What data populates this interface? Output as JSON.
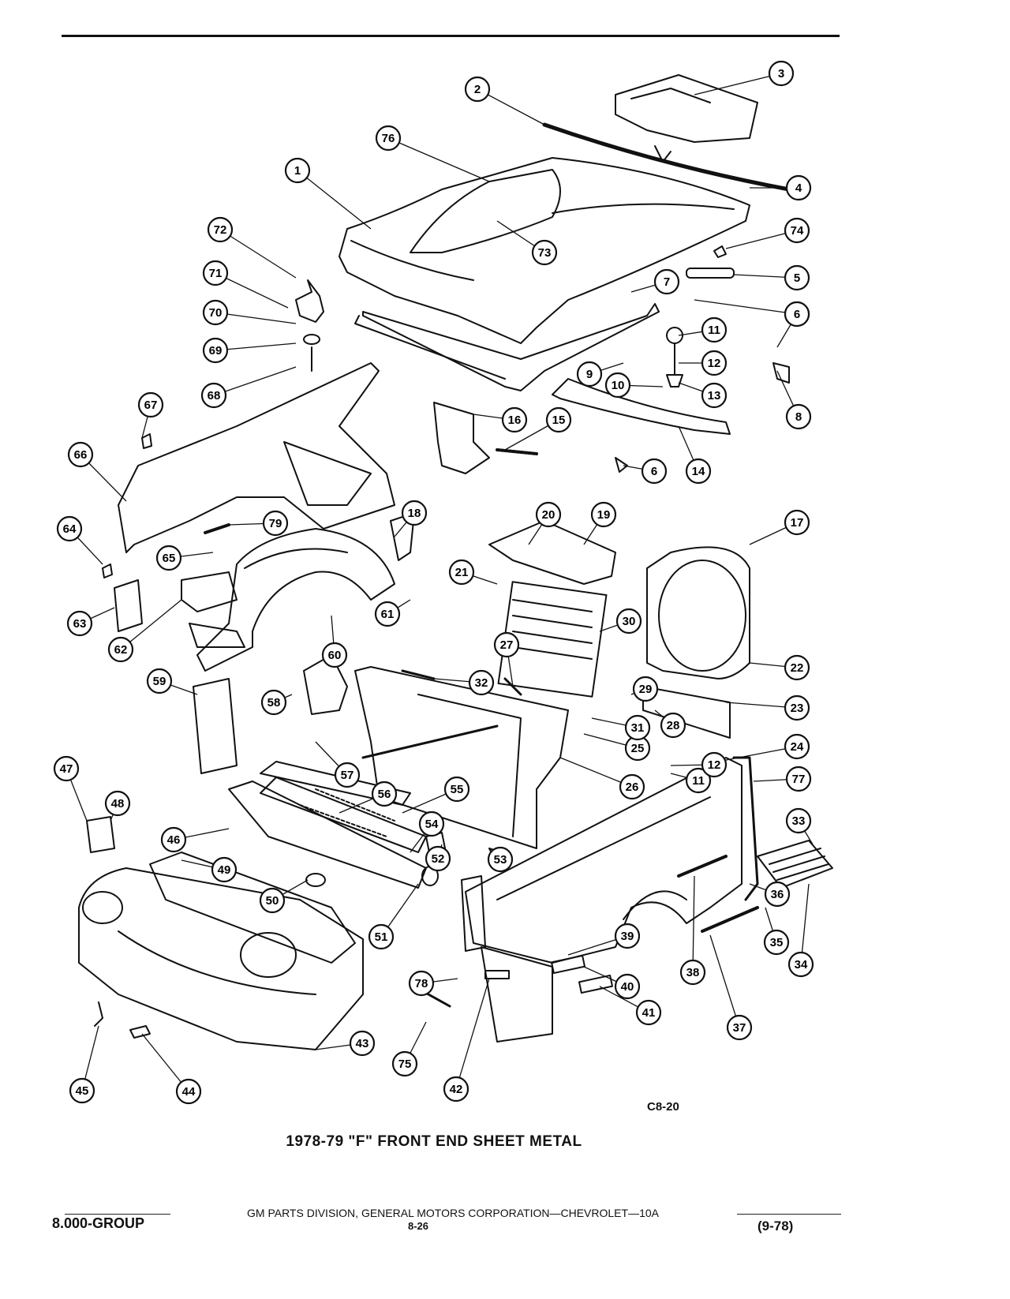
{
  "page": {
    "figure_code": "C8-20",
    "caption": "1978-79 \"F\" FRONT END SHEET METAL",
    "footer_text": "GM PARTS DIVISION, GENERAL MOTORS CORPORATION—CHEVROLET—10A",
    "group_label": "8.000-GROUP",
    "page_number": "8-26",
    "revision": "(9-78)"
  },
  "colors": {
    "ink": "#111111",
    "paper": "#ffffff"
  },
  "callouts": [
    "1",
    "2",
    "3",
    "4",
    "5",
    "6",
    "6",
    "6",
    "7",
    "8",
    "9",
    "10",
    "11",
    "11",
    "12",
    "12",
    "13",
    "14",
    "15",
    "16",
    "17",
    "18",
    "19",
    "20",
    "21",
    "22",
    "23",
    "24",
    "25",
    "26",
    "27",
    "28",
    "29",
    "30",
    "31",
    "32",
    "33",
    "34",
    "35",
    "36",
    "37",
    "38",
    "39",
    "40",
    "41",
    "42",
    "43",
    "44",
    "45",
    "46",
    "47",
    "48",
    "49",
    "50",
    "51",
    "52",
    "53",
    "54",
    "55",
    "56",
    "57",
    "58",
    "59",
    "60",
    "61",
    "62",
    "63",
    "64",
    "65",
    "66",
    "67",
    "68",
    "69",
    "70",
    "71",
    "72",
    "73",
    "74",
    "75",
    "76",
    "77",
    "78",
    "79"
  ]
}
